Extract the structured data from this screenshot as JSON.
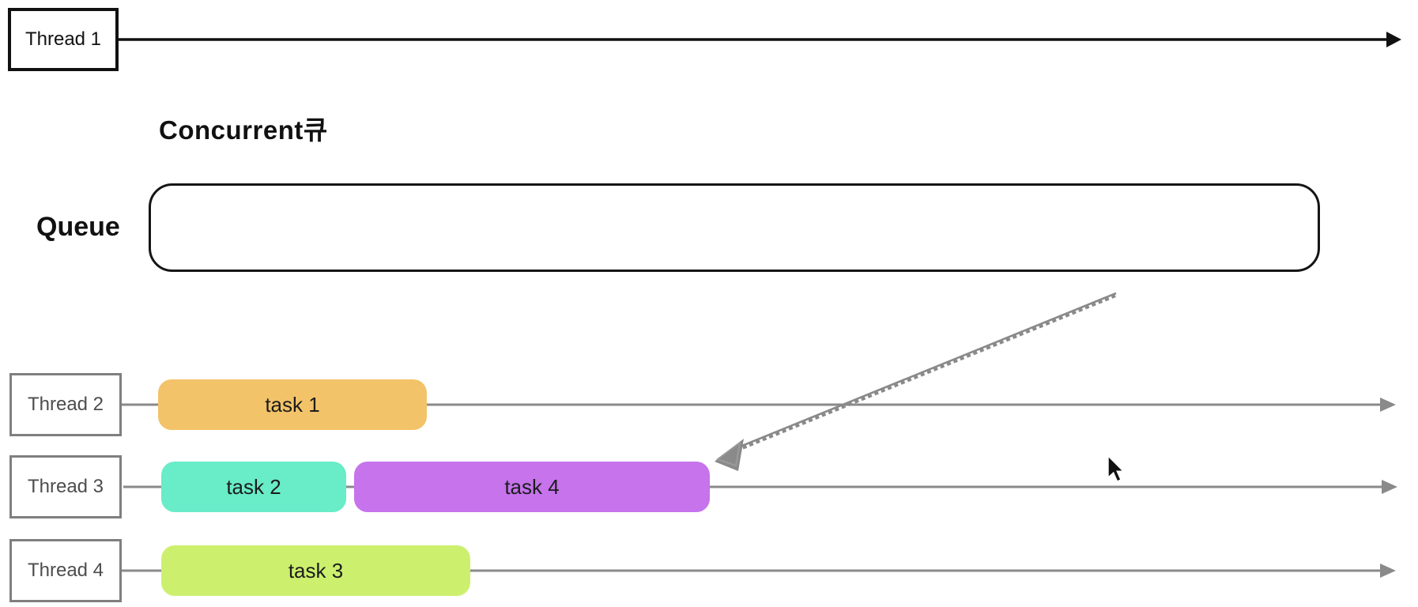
{
  "title": {
    "text": "Concurrent큐"
  },
  "queue": {
    "label": "Queue"
  },
  "thread1": {
    "label": "Thread 1"
  },
  "threads": [
    {
      "label": "Thread 2"
    },
    {
      "label": "Thread 3"
    },
    {
      "label": "Thread 4"
    }
  ],
  "tasks": [
    {
      "label": "task 1",
      "color": "#f3c369",
      "row": "Thread 2"
    },
    {
      "label": "task 2",
      "color": "#69ecc8",
      "row": "Thread 3"
    },
    {
      "label": "task 4",
      "color": "#c673ec",
      "row": "Thread 3"
    },
    {
      "label": "task 3",
      "color": "#ccf06e",
      "row": "Thread 4"
    }
  ],
  "colors": {
    "thread1_line": "#111111",
    "thread_line": "#8a8a8a",
    "gray_box_border": "#7f7f7f",
    "queue_border": "#151515",
    "annotation_arrow": "#8a8a8a",
    "background": "#ffffff"
  }
}
